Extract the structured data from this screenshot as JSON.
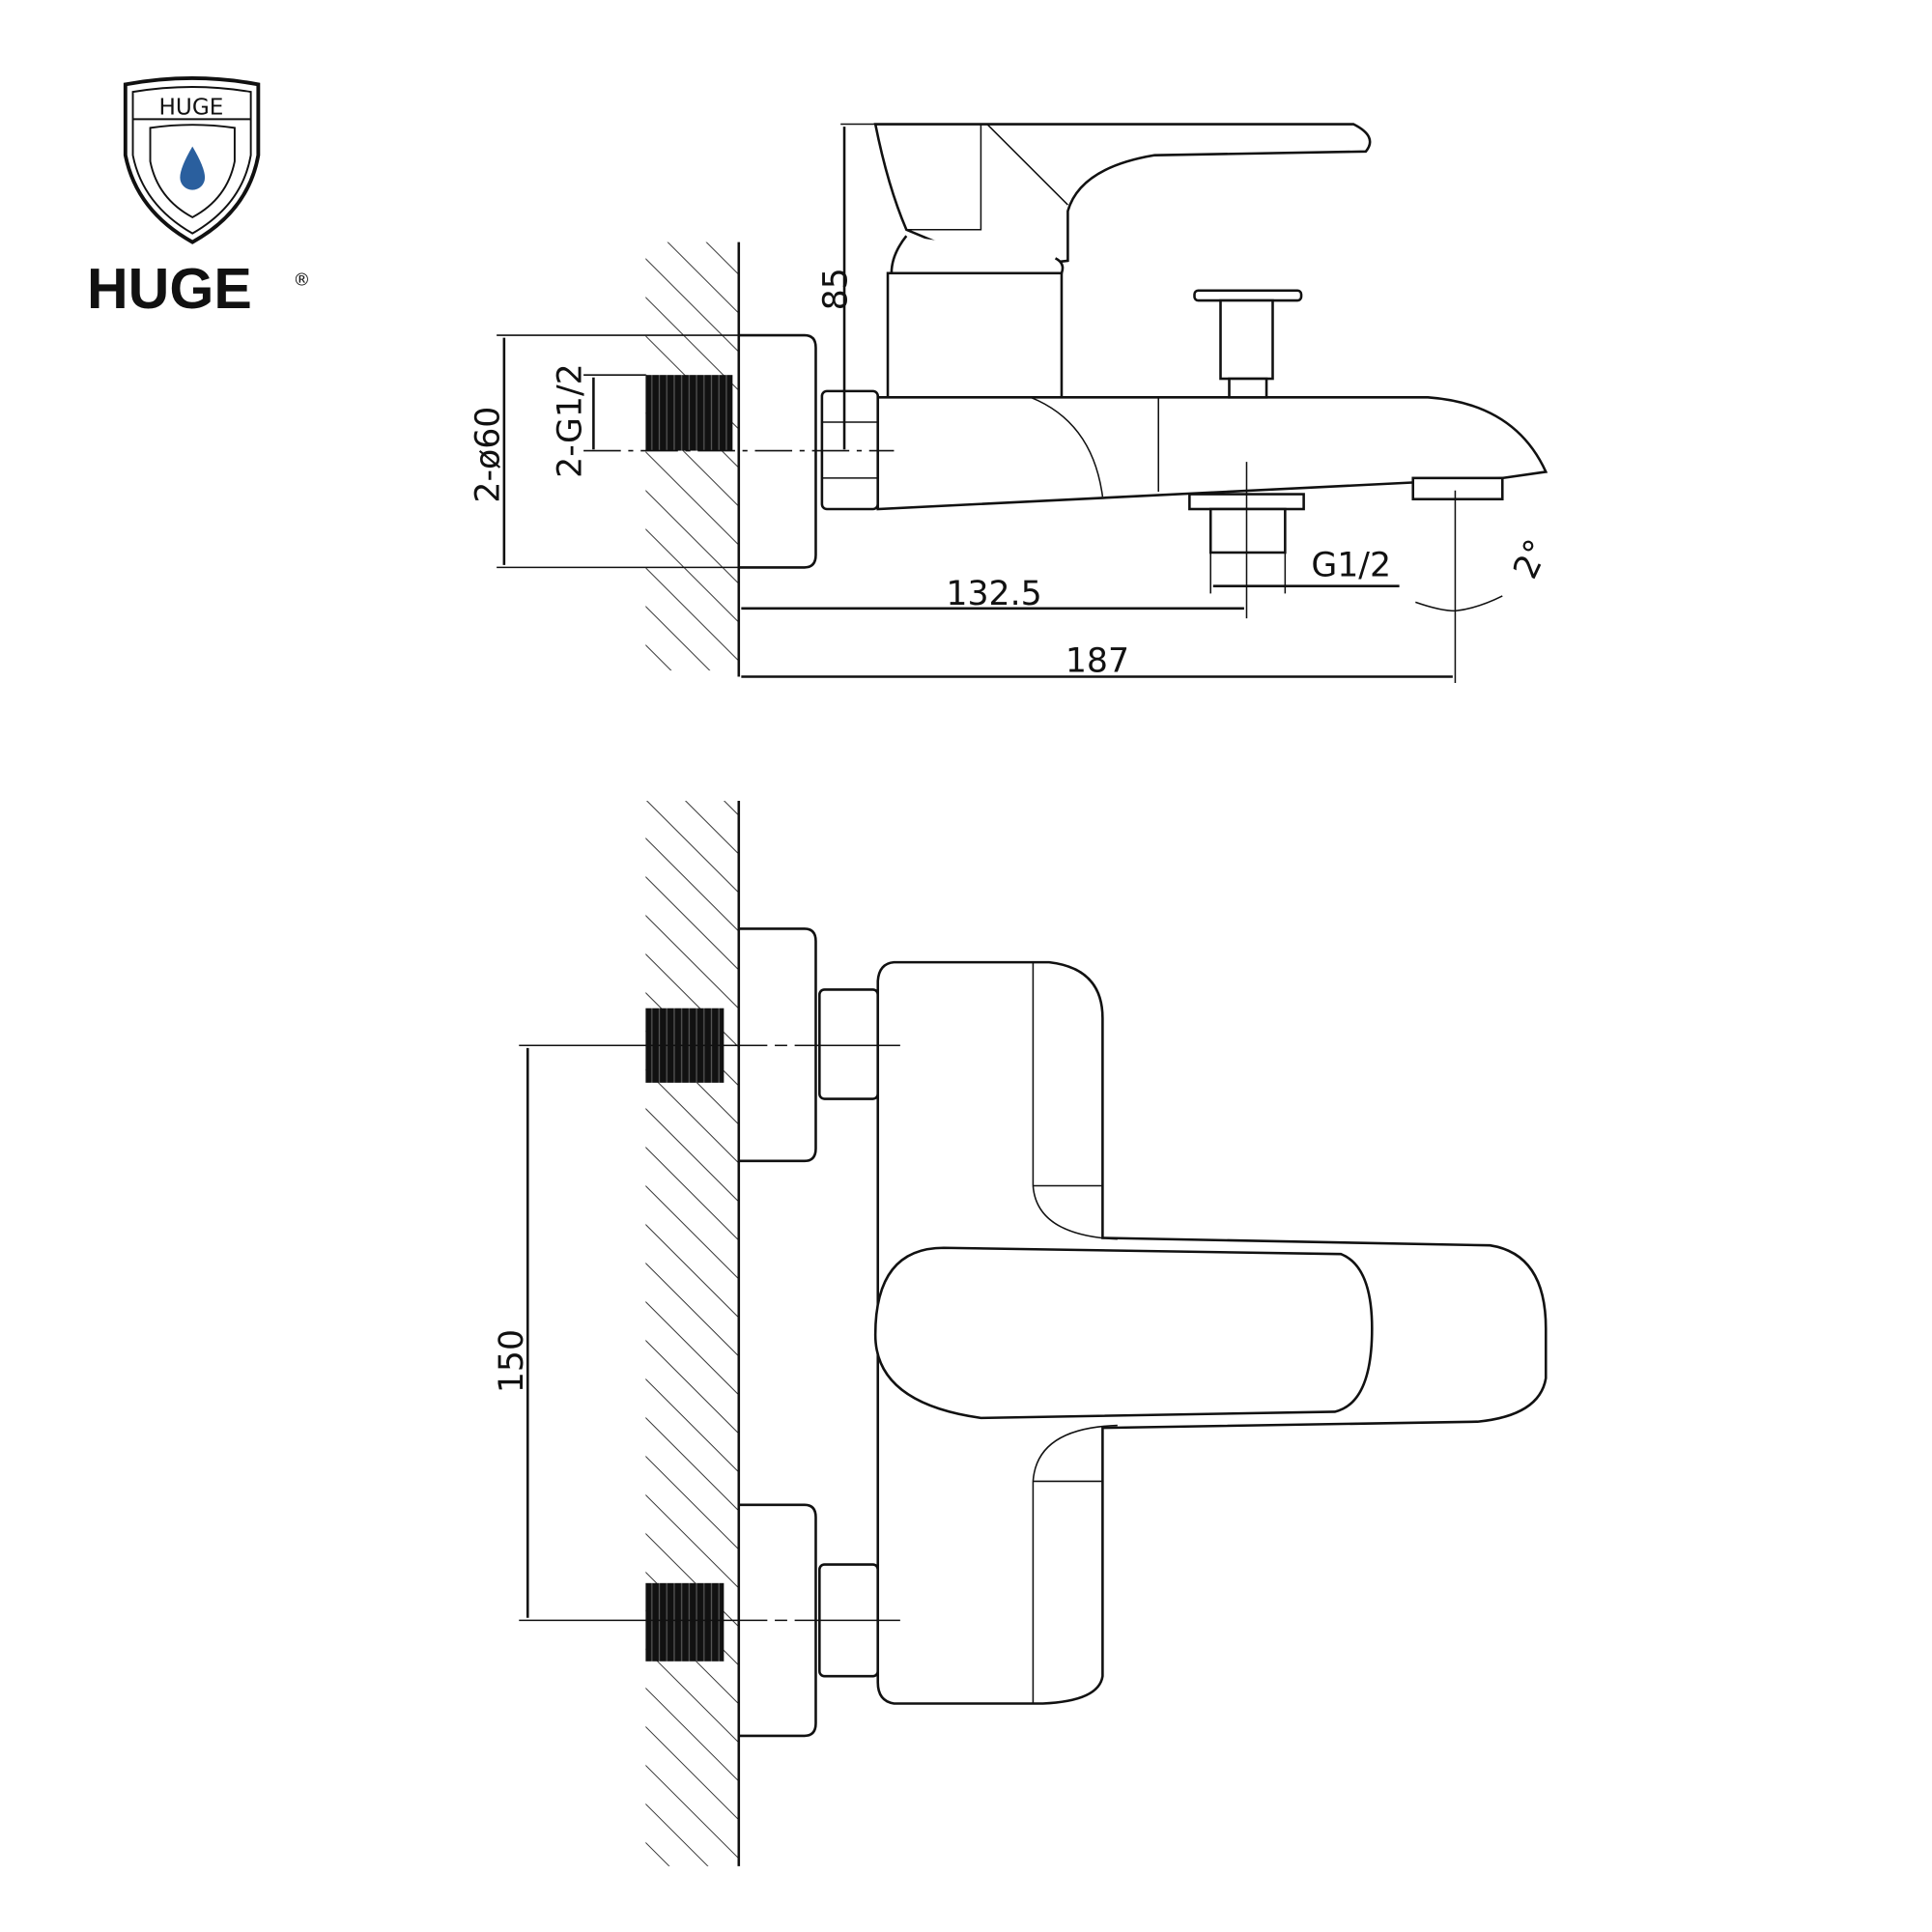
{
  "logo": {
    "shield_text": "HUGE",
    "wordmark": "HUGE",
    "registered": "®",
    "drop_color": "#2a5f9e"
  },
  "side_view": {
    "dims": {
      "height_top": "85",
      "escutcheon_dia": "2-ø60",
      "inlet_thread": "2-G1/2",
      "outlet_distance": "132.5",
      "total_projection": "187",
      "outlet_thread": "G1/2",
      "spout_angle": "2°"
    }
  },
  "top_view": {
    "dims": {
      "inlet_spacing": "150"
    }
  }
}
